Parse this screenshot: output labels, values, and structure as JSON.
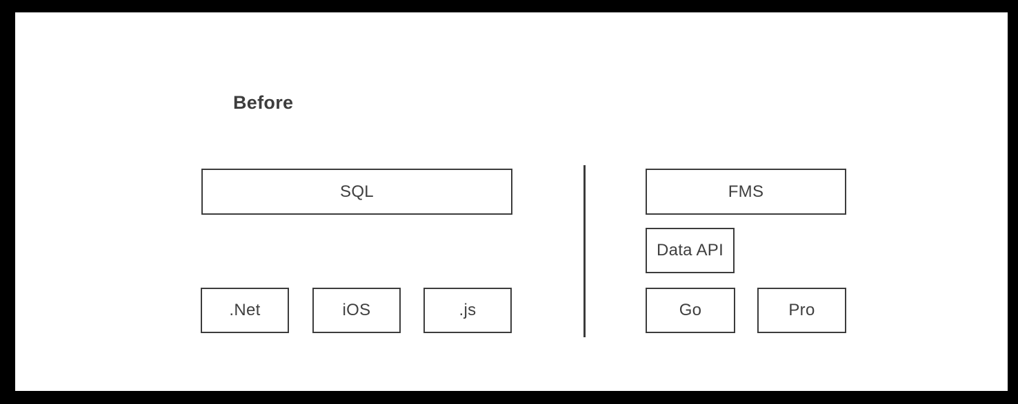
{
  "page": {
    "frame_color": "#000000",
    "canvas_color": "#ffffff",
    "stroke_color": "#3b3b3b",
    "text_color": "#3f3f3f"
  },
  "diagram": {
    "title": "Before",
    "left_group": {
      "top_box": {
        "label": "SQL"
      },
      "bottom_boxes": [
        {
          "label": ".Net"
        },
        {
          "label": "iOS"
        },
        {
          "label": ".js"
        }
      ]
    },
    "right_group": {
      "top_box": {
        "label": "FMS"
      },
      "middle_box": {
        "label": "Data API"
      },
      "bottom_boxes": [
        {
          "label": "Go"
        },
        {
          "label": "Pro"
        }
      ]
    }
  }
}
